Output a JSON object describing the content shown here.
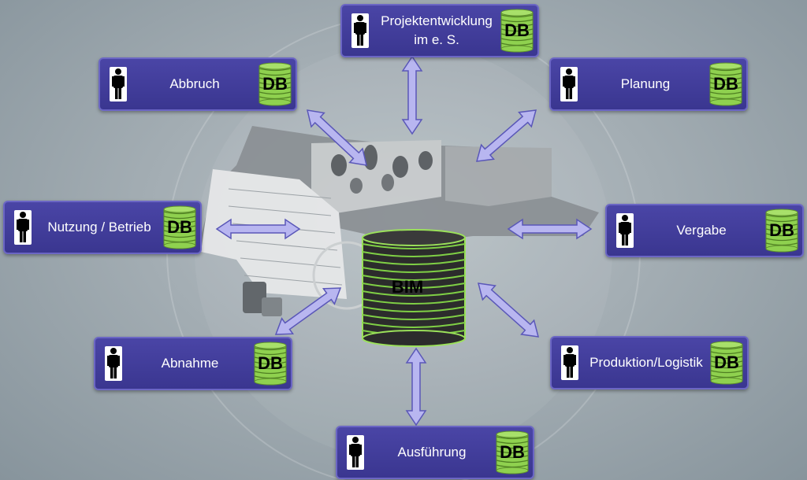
{
  "diagram": {
    "center_label": "BIM",
    "db_label": "DB",
    "nodes": [
      {
        "id": "projektentwicklung",
        "label": "Projektentwicklung im e. S."
      },
      {
        "id": "abbruch",
        "label": "Abbruch"
      },
      {
        "id": "planung",
        "label": "Planung"
      },
      {
        "id": "nutzung",
        "label": "Nutzung / Betrieb"
      },
      {
        "id": "vergabe",
        "label": "Vergabe"
      },
      {
        "id": "abnahme",
        "label": "Abnahme"
      },
      {
        "id": "produktion",
        "label": "Produktion/Logistik"
      },
      {
        "id": "ausfuehrung",
        "label": "Ausführung"
      }
    ],
    "colors": {
      "node_fill": "#3f3a9a",
      "db_green": "#8fd14f",
      "arrow": "#b8b6f0",
      "bim_dark": "#2c2c2c"
    }
  }
}
